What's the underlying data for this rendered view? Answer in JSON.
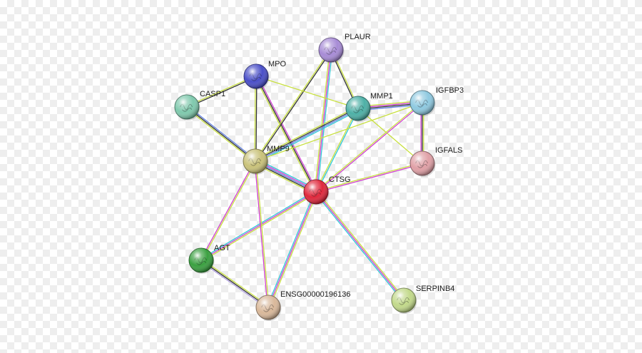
{
  "network": {
    "nodes": [
      {
        "id": "PLAUR",
        "label": "PLAUR",
        "color": "#a78bd6"
      },
      {
        "id": "MPO",
        "label": "MPO",
        "color": "#4a4fc8"
      },
      {
        "id": "CASP1",
        "label": "CASP1",
        "color": "#7fc9ad"
      },
      {
        "id": "MMP1",
        "label": "MMP1",
        "color": "#4db0a6"
      },
      {
        "id": "IGFBP3",
        "label": "IGFBP3",
        "color": "#8ec9e0"
      },
      {
        "id": "MMP9",
        "label": "MMP9",
        "color": "#c9c27a"
      },
      {
        "id": "IGFALS",
        "label": "IGFALS",
        "color": "#e0a0a6"
      },
      {
        "id": "CTSG",
        "label": "CTSG",
        "color": "#e0283c",
        "highlight": true
      },
      {
        "id": "AGT",
        "label": "AGT",
        "color": "#3aa040"
      },
      {
        "id": "ENSG00000196136",
        "label": "ENSG00000196136",
        "color": "#d9b89a"
      },
      {
        "id": "SERPINB4",
        "label": "SERPINB4",
        "color": "#c2d98a"
      }
    ],
    "edge_colors": {
      "yellow_green": "#c8e040",
      "black": "#333333",
      "magenta": "#d040d0",
      "cyan": "#30c8d8",
      "blue": "#6080e0",
      "lavender": "#b0a0e0"
    },
    "edges": [
      {
        "source": "CTSG",
        "target": "MMP9",
        "colors": [
          "yellow_green",
          "black",
          "blue",
          "magenta",
          "cyan"
        ]
      },
      {
        "source": "CTSG",
        "target": "MPO",
        "colors": [
          "yellow_green",
          "black",
          "magenta"
        ]
      },
      {
        "source": "CTSG",
        "target": "PLAUR",
        "colors": [
          "yellow_green",
          "magenta",
          "cyan"
        ]
      },
      {
        "source": "CTSG",
        "target": "MMP1",
        "colors": [
          "yellow_green",
          "cyan"
        ]
      },
      {
        "source": "CTSG",
        "target": "IGFBP3",
        "colors": [
          "yellow_green",
          "magenta"
        ]
      },
      {
        "source": "CTSG",
        "target": "IGFALS",
        "colors": [
          "yellow_green",
          "magenta"
        ]
      },
      {
        "source": "CTSG",
        "target": "AGT",
        "colors": [
          "yellow_green",
          "magenta",
          "cyan"
        ]
      },
      {
        "source": "CTSG",
        "target": "ENSG00000196136",
        "colors": [
          "yellow_green",
          "magenta",
          "cyan"
        ]
      },
      {
        "source": "CTSG",
        "target": "SERPINB4",
        "colors": [
          "yellow_green",
          "magenta",
          "cyan"
        ]
      },
      {
        "source": "MMP9",
        "target": "CASP1",
        "colors": [
          "yellow_green",
          "black",
          "blue"
        ]
      },
      {
        "source": "MMP9",
        "target": "MPO",
        "colors": [
          "yellow_green",
          "black"
        ]
      },
      {
        "source": "MMP9",
        "target": "PLAUR",
        "colors": [
          "yellow_green",
          "black"
        ]
      },
      {
        "source": "MMP9",
        "target": "MMP1",
        "colors": [
          "yellow_green",
          "black",
          "blue",
          "cyan"
        ]
      },
      {
        "source": "MMP9",
        "target": "IGFBP3",
        "colors": [
          "yellow_green"
        ]
      },
      {
        "source": "MMP9",
        "target": "AGT",
        "colors": [
          "yellow_green",
          "magenta"
        ]
      },
      {
        "source": "MMP9",
        "target": "ENSG00000196136",
        "colors": [
          "yellow_green",
          "magenta"
        ]
      },
      {
        "source": "CASP1",
        "target": "MPO",
        "colors": [
          "yellow_green",
          "black"
        ]
      },
      {
        "source": "MPO",
        "target": "MMP1",
        "colors": [
          "yellow_green"
        ]
      },
      {
        "source": "PLAUR",
        "target": "MMP1",
        "colors": [
          "yellow_green",
          "black"
        ]
      },
      {
        "source": "MMP1",
        "target": "IGFBP3",
        "colors": [
          "yellow_green",
          "magenta",
          "black",
          "blue"
        ]
      },
      {
        "source": "MMP1",
        "target": "IGFALS",
        "colors": [
          "yellow_green"
        ]
      },
      {
        "source": "IGFBP3",
        "target": "IGFALS",
        "colors": [
          "yellow_green",
          "black",
          "magenta"
        ]
      },
      {
        "source": "AGT",
        "target": "ENSG00000196136",
        "colors": [
          "yellow_green",
          "black",
          "lavender"
        ]
      }
    ]
  }
}
